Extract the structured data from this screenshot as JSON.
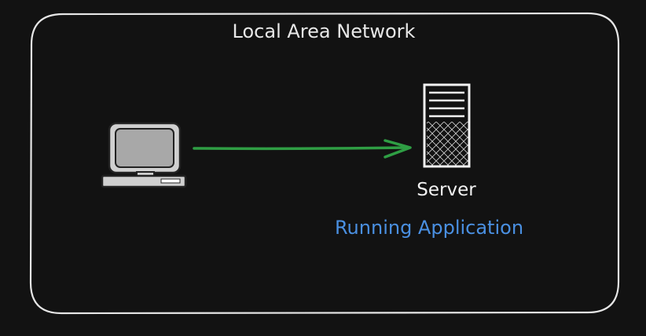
{
  "network": {
    "title": "Local Area Network"
  },
  "server": {
    "label": "Server",
    "status": "Running Application"
  },
  "connection": {
    "from": "client-computer",
    "to": "server"
  },
  "colors": {
    "background": "#121212",
    "stroke": "#e6e6e6",
    "arrow": "#2f9e44",
    "status_text": "#4a90e2",
    "computer_body": "#d0d0d0",
    "computer_screen": "#a8a8a8"
  },
  "icons": {
    "client": "desktop-computer-icon",
    "server": "server-tower-icon"
  }
}
